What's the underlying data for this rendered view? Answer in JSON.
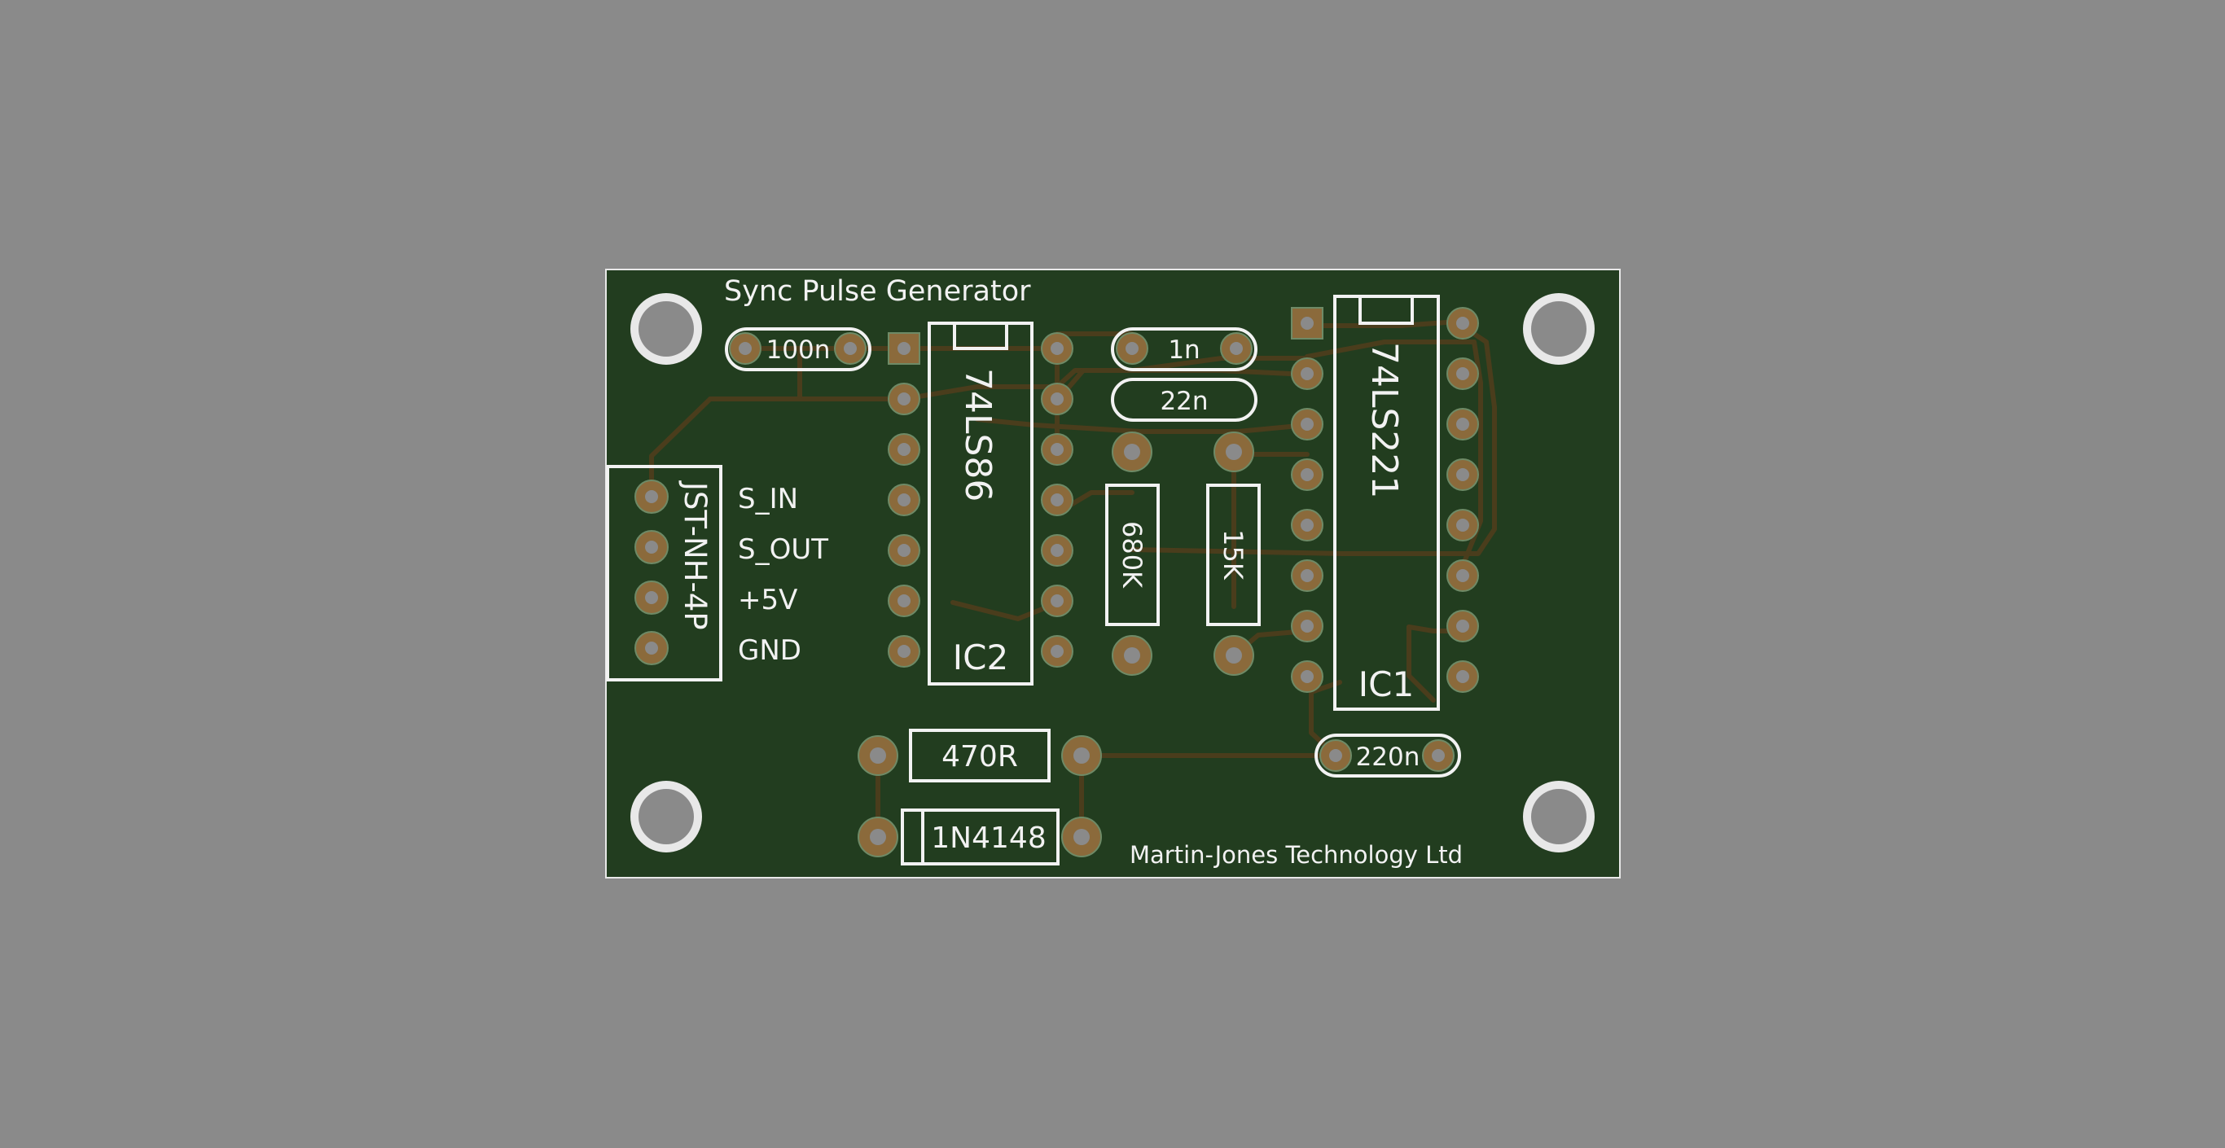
{
  "board": {
    "title": "Sync Pulse Generator",
    "company": "Martin-Jones Technology Ltd"
  },
  "connector": {
    "name": "JST-NH-4P",
    "pins": [
      "S_IN",
      "S_OUT",
      "+5V",
      "GND"
    ]
  },
  "ics": {
    "ic2": {
      "part": "74LS86",
      "ref": "IC2"
    },
    "ic1": {
      "part": "74LS221",
      "ref": "IC1"
    }
  },
  "capacitors": {
    "c100n": "100n",
    "c1n": "1n",
    "c22n": "22n",
    "c220n": "220n"
  },
  "resistors": {
    "r680k": "680K",
    "r15k": "15K",
    "r470r": "470R"
  },
  "diode": {
    "d1": "1N4148"
  },
  "colors": {
    "background": "#8a8a8a",
    "board": "#223d1f",
    "trace": "#4d3d1c",
    "pad": "#8b6a3b",
    "silkscreen": "#f2f2f2"
  }
}
